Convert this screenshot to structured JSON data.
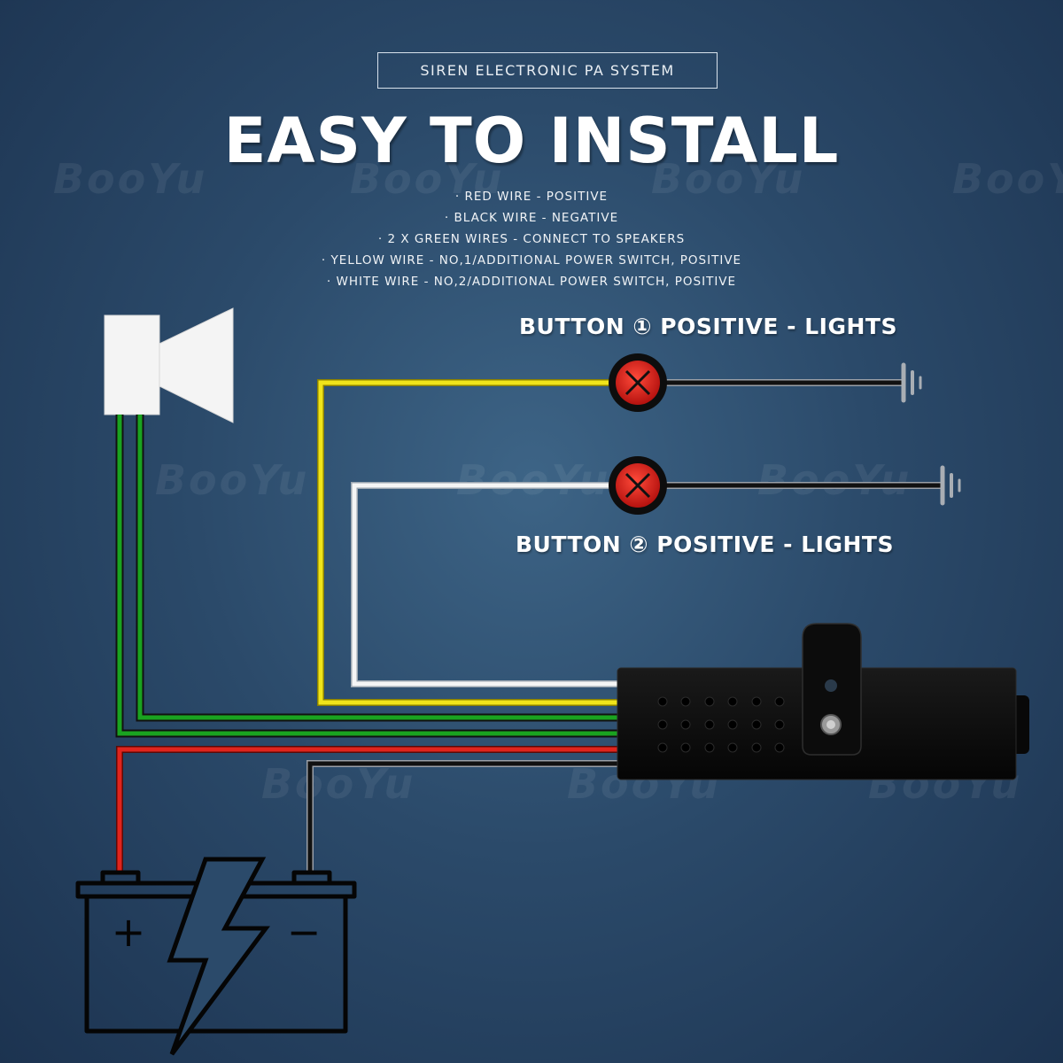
{
  "header": {
    "subtitle": "SIREN ELECTRONIC PA SYSTEM",
    "title": "EASY TO INSTALL"
  },
  "legend": [
    "RED WIRE - POSITIVE",
    "BLACK WIRE - NEGATIVE",
    "2 X GREEN WIRES - CONNECT TO SPEAKERS",
    "YELLOW WIRE - NO,1/ADDITIONAL POWER SWITCH, POSITIVE",
    "WHITE WIRE - NO,2/ADDITIONAL POWER SWITCH, POSITIVE"
  ],
  "buttons": {
    "button1_label": "BUTTON ① POSITIVE - LIGHTS",
    "button2_label": "BUTTON ② POSITIVE - LIGHTS"
  },
  "battery": {
    "plus_symbol": "+",
    "minus_symbol": "−"
  },
  "watermark": "BooYu",
  "colors": {
    "background": "#2b4a6a",
    "red_wire": "#e0241d",
    "black_wire": "#111111",
    "green_wire": "#1aa320",
    "yellow_wire": "#f0e41a",
    "white_wire": "#f5f5f5",
    "button": "#d81e1e"
  },
  "icons": [
    "speaker-icon",
    "switch-button-icon",
    "ground-icon",
    "battery-icon",
    "lightning-icon",
    "siren-box-icon"
  ]
}
